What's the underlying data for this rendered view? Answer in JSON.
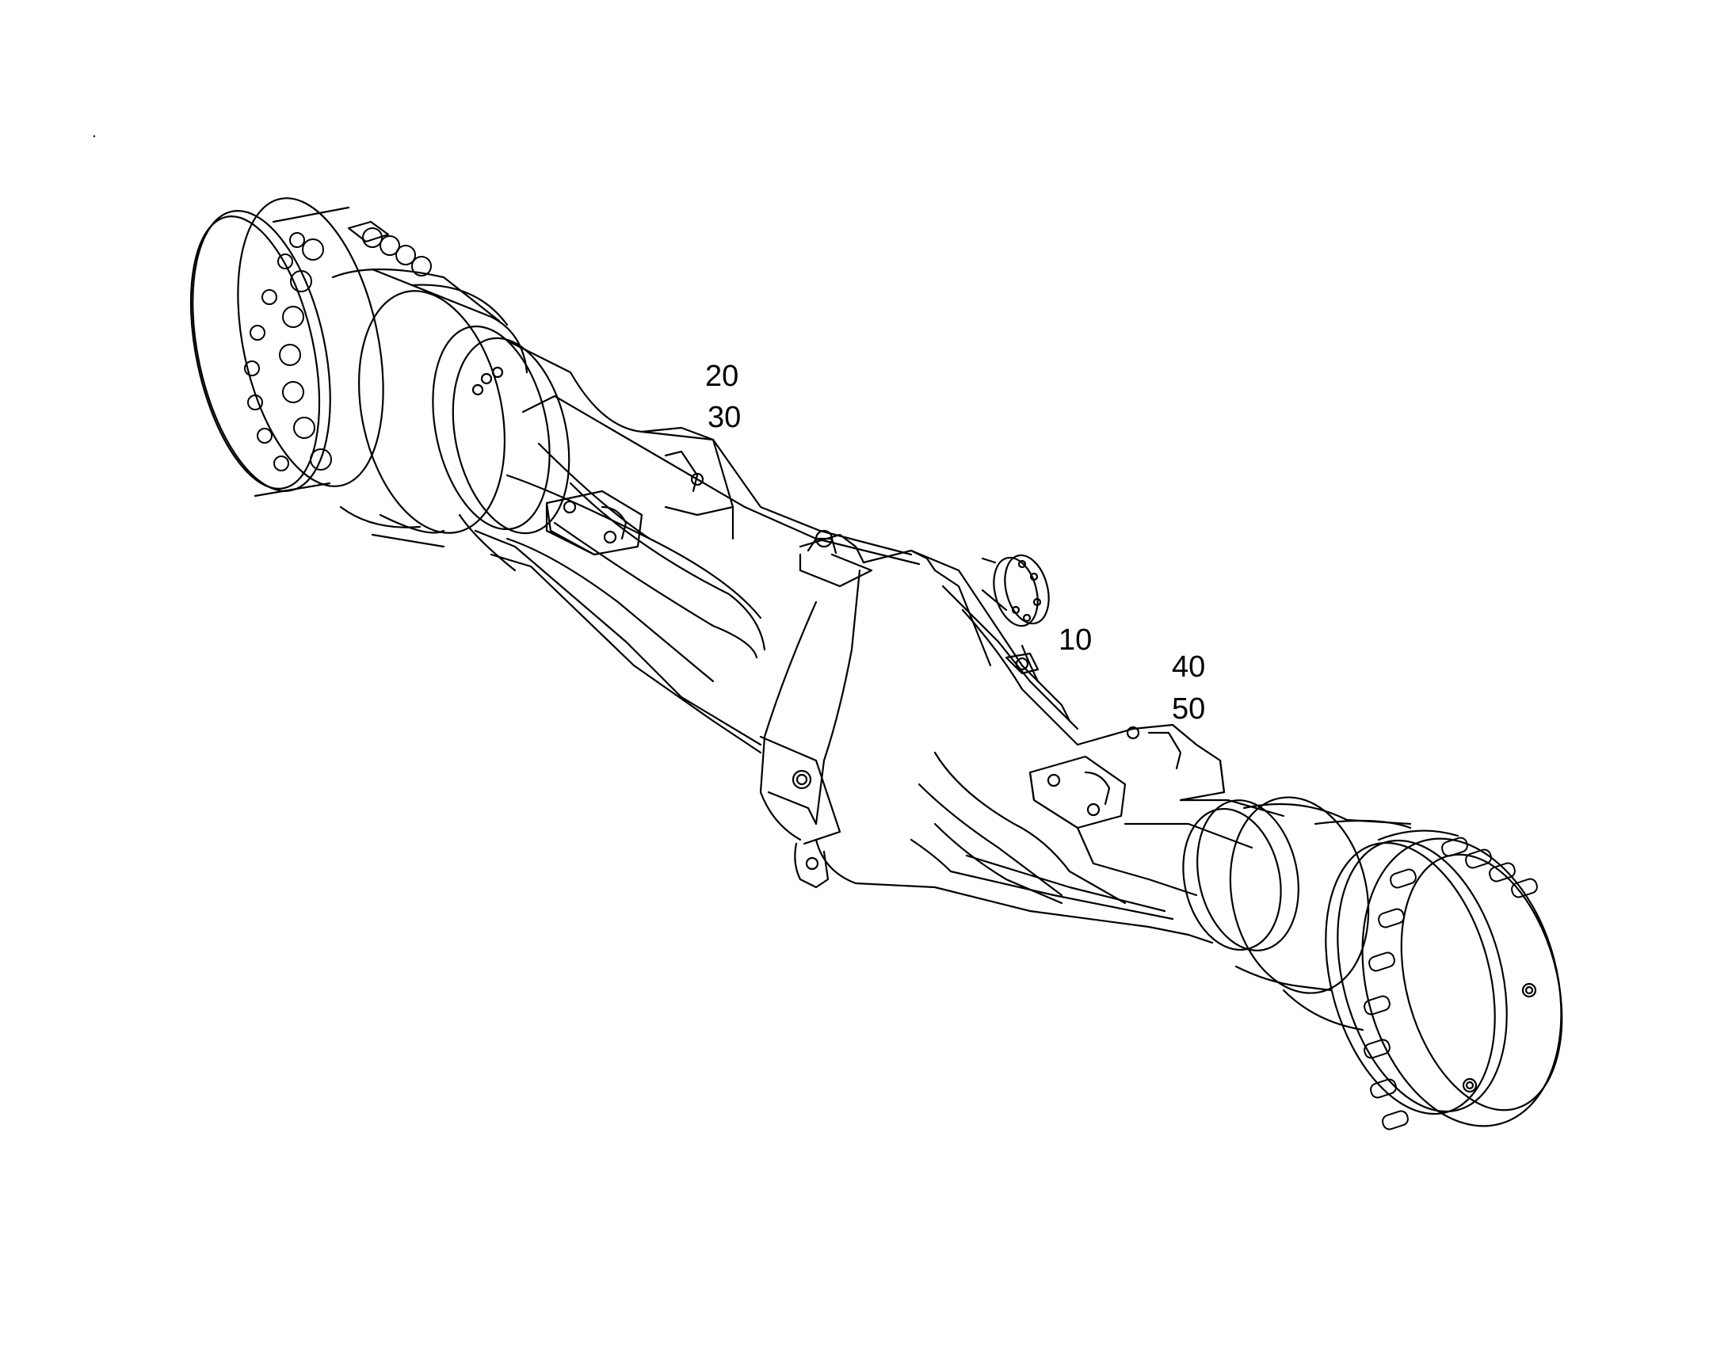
{
  "callouts": [
    "20",
    "30",
    "10",
    "40",
    "50"
  ],
  "colors": {
    "line": "#000000",
    "background": "#ffffff"
  },
  "icons": [
    "axle-assembly-drawing"
  ]
}
